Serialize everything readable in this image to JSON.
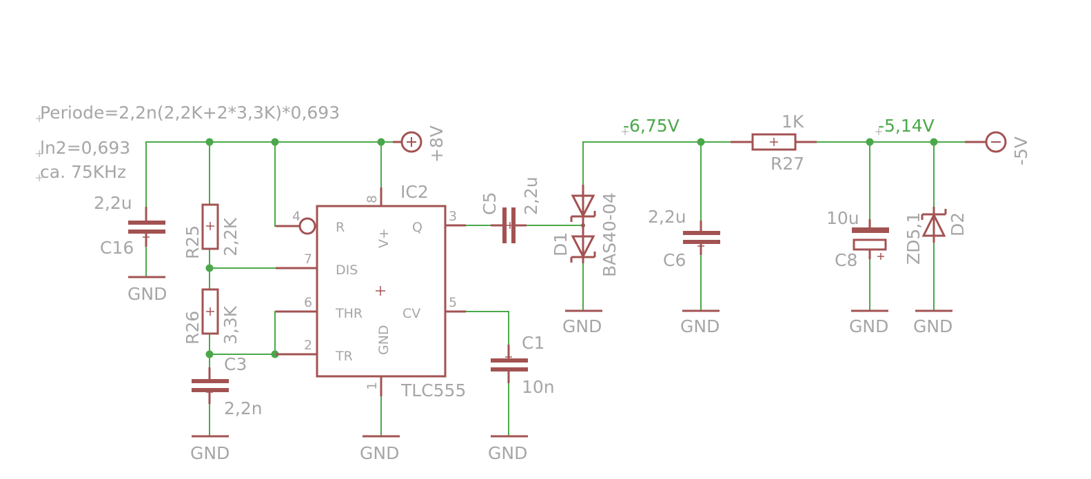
{
  "notes": {
    "line1": "Periode=2,2n(2,2K+2*3,3K)*0,693",
    "line2": "ln2=0,693",
    "line3": "ca. 75KHz"
  },
  "power": {
    "vplus": "+8V",
    "vminus": "-5V"
  },
  "nets": {
    "n1": "-6,75V",
    "n2": "-5,14V"
  },
  "ground_label": "GND",
  "ic": {
    "name": "IC2",
    "value": "TLC555",
    "pins": {
      "R": "R",
      "VCC": "V+",
      "Q": "Q",
      "DIS": "DIS",
      "THR": "THR",
      "CV": "CV",
      "TR": "TR",
      "GND": "GND"
    },
    "pin_numbers": {
      "p1": "1",
      "p2": "2",
      "p3": "3",
      "p4": "4",
      "p5": "5",
      "p6": "6",
      "p7": "7",
      "p8": "8"
    }
  },
  "components": {
    "c16": {
      "name": "C16",
      "value": "2,2u"
    },
    "r25": {
      "name": "R25",
      "value": "2,2K"
    },
    "r26": {
      "name": "R26",
      "value": "3,3K"
    },
    "c3": {
      "name": "C3",
      "value": "2,2n"
    },
    "c1": {
      "name": "C1",
      "value": "10n"
    },
    "c5": {
      "name": "C5",
      "value": "2,2u"
    },
    "d1": {
      "name": "D1",
      "value": "BAS40-04"
    },
    "c6": {
      "name": "C6",
      "value": "2,2u"
    },
    "r27": {
      "name": "R27",
      "value": "1K"
    },
    "c8": {
      "name": "C8",
      "value": "10u"
    },
    "d2": {
      "name": "D2",
      "value": "ZD5,1"
    }
  }
}
